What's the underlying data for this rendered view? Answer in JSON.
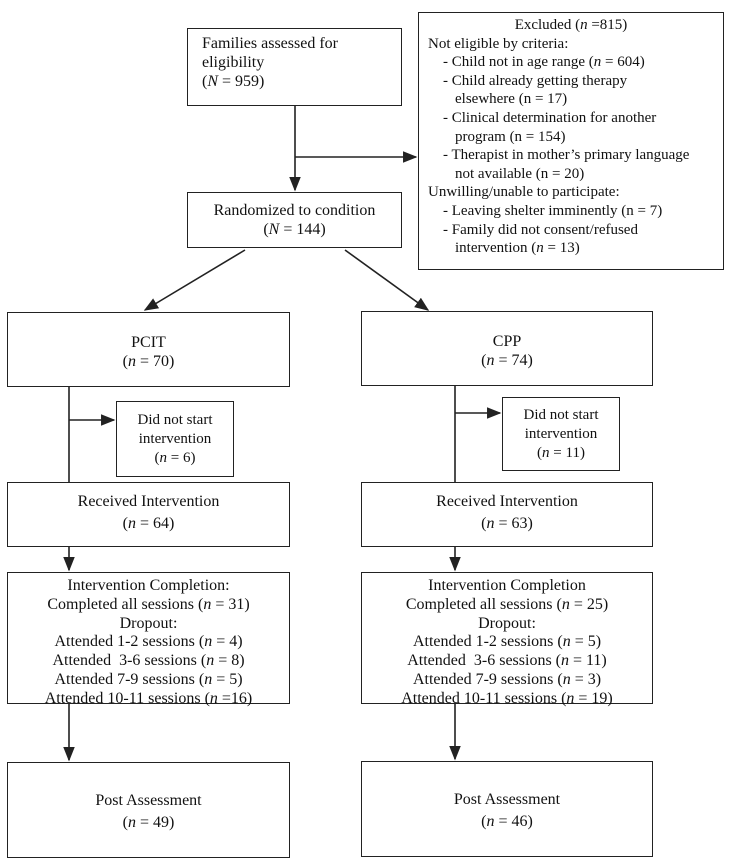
{
  "boxes": {
    "assessed": {
      "line1": "Families assessed for",
      "line2": "eligibility",
      "n_var": "N",
      "n_rest": " = 959)"
    },
    "excluded": {
      "title_pre": "Excluded (",
      "title_var": "n",
      "title_post": " =815)",
      "not_eligible_header": "Not eligible by criteria:",
      "age_pre": "- Child not in age range (",
      "age_var": "n",
      "age_post": " = 604)",
      "therapy_line1": "- Child already getting therapy",
      "therapy_line2": "elsewhere (n = 17)",
      "clinical_line1": "- Clinical determination for another",
      "clinical_line2": "program (n = 154)",
      "language_line1": "- Therapist in mother’s primary language",
      "language_line2": "not available (n = 20)",
      "unwilling_header": "Unwilling/unable to participate:",
      "shelter": "- Leaving shelter imminently (n = 7)",
      "consent_line1": "- Family did not consent/refused",
      "consent_line2_pre": "intervention (",
      "consent_line2_var": "n",
      "consent_line2_post": " = 13)"
    },
    "randomized": {
      "line1": "Randomized to condition",
      "n_var": "N",
      "n_rest": " = 144)"
    },
    "pcit": {
      "title": "PCIT",
      "n_var": "n",
      "n_rest": " = 70)"
    },
    "cpp": {
      "title": "CPP",
      "n_var": "n",
      "n_rest": " = 74)"
    },
    "pcit_not_start": {
      "line1": "Did not start",
      "line2": "intervention",
      "n_var": "n",
      "n_rest": " = 6)"
    },
    "cpp_not_start": {
      "line1": "Did not start",
      "line2": "intervention",
      "n_var": "n",
      "n_rest": " = 11)"
    },
    "pcit_received": {
      "title": "Received Intervention",
      "n_var": "n",
      "n_rest": " = 64)"
    },
    "cpp_received": {
      "title": "Received Intervention",
      "n_var": "n",
      "n_rest": " = 63)"
    },
    "pcit_completion": {
      "header": "Intervention Completion:",
      "completed_pre": "Completed all sessions (",
      "completed_var": "n",
      "completed_post": " = 31)",
      "dropout": "Dropout:",
      "a12_pre": "Attended 1-2 sessions (",
      "a12_var": "n",
      "a12_post": " = 4)",
      "a36_pre": "Attended  3-6 sessions (",
      "a36_var": "n",
      "a36_post": " = 8)",
      "a79_pre": "Attended 7-9 sessions (",
      "a79_var": "n",
      "a79_post": " = 5)",
      "a1011_pre": "Attended 10-11 sessions (",
      "a1011_var": "n",
      "a1011_post": " =16)"
    },
    "cpp_completion": {
      "header": "Intervention Completion",
      "completed_pre": "Completed all sessions (",
      "completed_var": "n",
      "completed_post": " = 25)",
      "dropout": "Dropout:",
      "a12_pre": "Attended 1-2 sessions (",
      "a12_var": "n",
      "a12_post": " = 5)",
      "a36_pre": "Attended  3-6 sessions (",
      "a36_var": "n",
      "a36_post": " = 11)",
      "a79_pre": "Attended 7-9 sessions (",
      "a79_var": "n",
      "a79_post": " = 3)",
      "a1011_pre": "Attended 10-11 sessions (",
      "a1011_var": "n",
      "a1011_post": " = 19)"
    },
    "pcit_post": {
      "title": "Post Assessment",
      "n_var": "n",
      "n_rest": " = 49)"
    },
    "cpp_post": {
      "title": "Post Assessment",
      "n_var": "n",
      "n_rest": " = 46)"
    }
  }
}
